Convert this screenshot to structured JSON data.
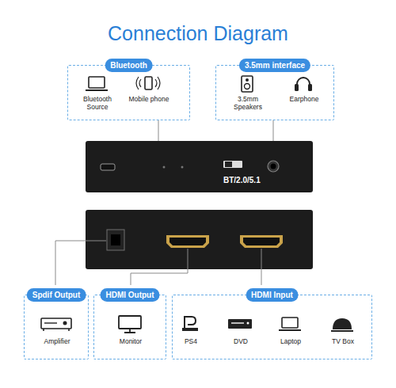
{
  "diagram": {
    "title": "Connection Diagram",
    "nodes": [
      {
        "text": [
          "Bluetooth",
          "Bluetooth Source",
          "Mobile phone"
        ]
      },
      {
        "text": [
          "3.5mm interface",
          "3.5mm Speakers",
          "Earphone"
        ]
      },
      {
        "text": [
          "BT/2.0/5.1"
        ]
      },
      {
        "text": [
          "Spdif Output",
          "Amplifier"
        ]
      },
      {
        "text": [
          "HDMI Output",
          "Monitor"
        ]
      },
      {
        "text": [
          "HDMI Input",
          "PS4",
          "DVD",
          "Laptop",
          "TV Box"
        ]
      }
    ],
    "edges": [
      {
        "from": 0,
        "to": 2,
        "arrow": "none"
      },
      {
        "from": 1,
        "to": 2,
        "arrow": "none"
      }
    ]
  }
}
